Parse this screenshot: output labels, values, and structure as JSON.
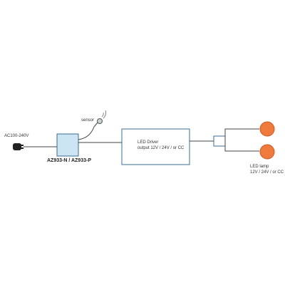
{
  "diagram": {
    "power_input_label": "AC100-240V",
    "sensor_label": "sensor",
    "module_label": "AZ933-N / AZ933-P",
    "driver_line1": "LED Driver",
    "driver_line2": "output 12V / 24V / or CC",
    "lamp_line1": "LED lamp",
    "lamp_line2": "12V / 24V / or CC"
  },
  "colors": {
    "module_fill": "#cde4f2",
    "box_stroke": "#3b6d96",
    "wire": "#444444",
    "lamp_fill": "#f07a3e",
    "lamp_stroke": "#c85a22",
    "sensor_fill": "#c9d2d6"
  },
  "icons": [
    "plug-icon",
    "sensor-icon",
    "signal-waves-icon",
    "led-lamp-icon"
  ]
}
